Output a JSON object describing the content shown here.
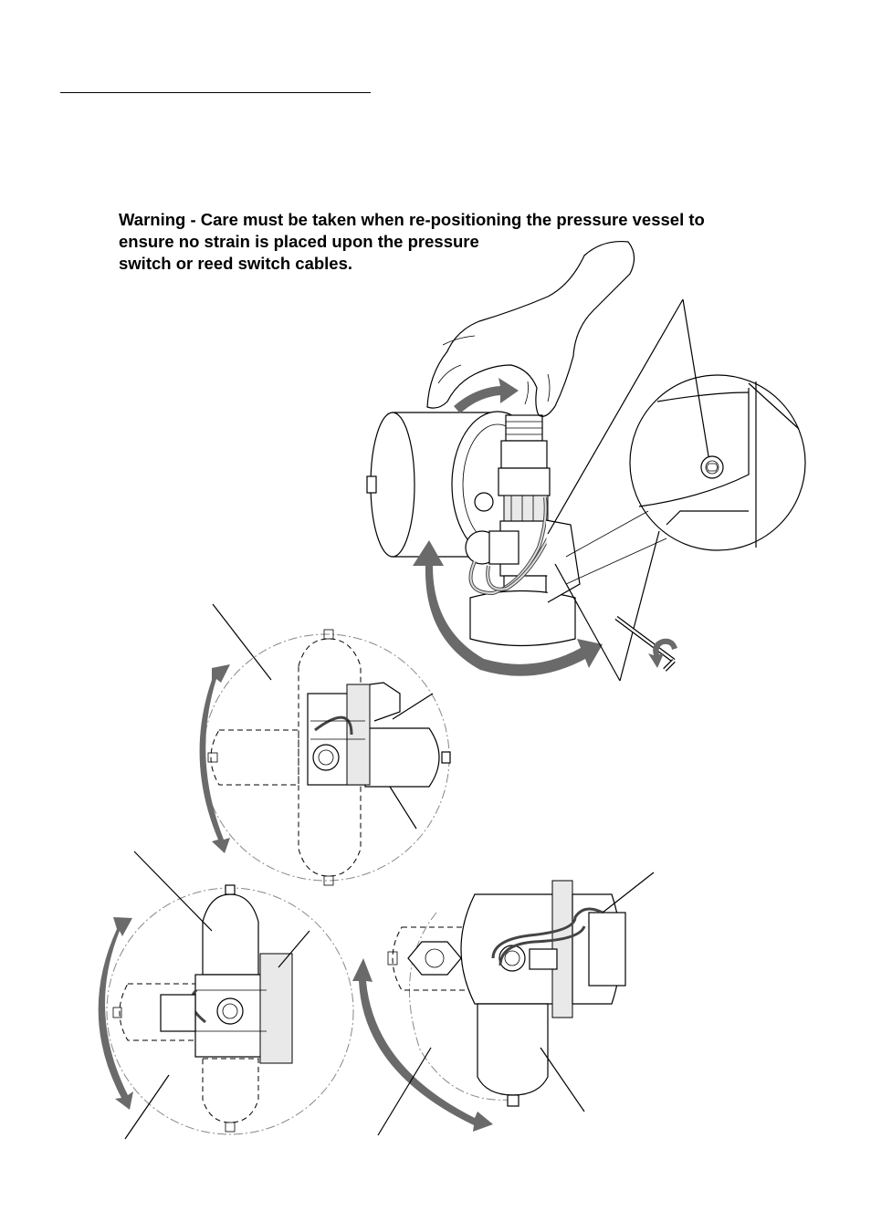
{
  "warning": {
    "line1": "Warning - Care must be taken when re-positioning the pressure vessel to",
    "line2": "ensure no strain is placed upon the pressure",
    "line3": "switch or reed switch cables."
  },
  "colors": {
    "arrow": "#6a6a6a",
    "ink": "#000000"
  },
  "icons": [
    "hand-icon",
    "hex-key-icon",
    "rotation-arrow-icon"
  ]
}
